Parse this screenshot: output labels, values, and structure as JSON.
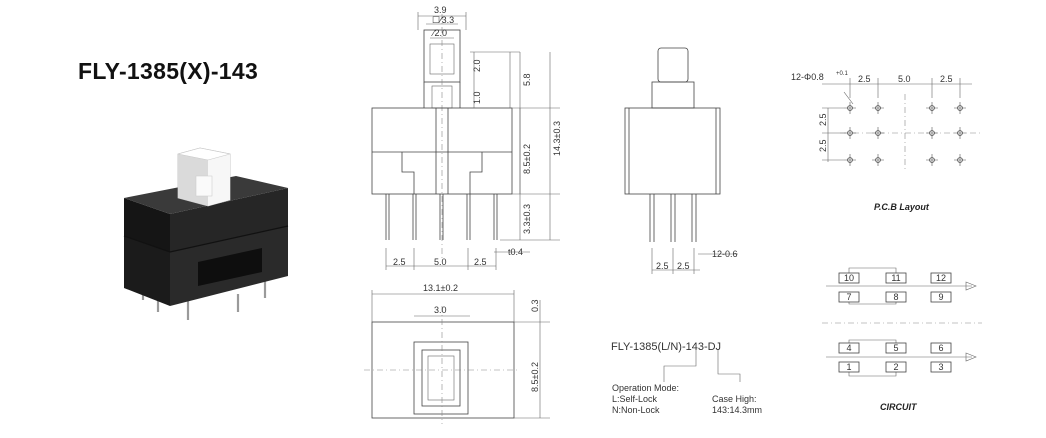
{
  "title": "FLY-1385(X)-143",
  "front_view": {
    "dims": {
      "width_top": "3.9",
      "inner1": "☐∕3.3",
      "inner2": "∕2.0",
      "d20": "2.0",
      "d10": "1.0",
      "d58": "5.8",
      "d143": "14.3±0.3",
      "d85": "8.5±0.2",
      "d33": "3.3±0.3",
      "d04": "t0.4",
      "p1": "2.5",
      "p2": "5.0",
      "p3": "2.5"
    }
  },
  "side_view": {
    "dims": {
      "p1": "2.5",
      "p2": "2.5",
      "pin": "12-0.6"
    }
  },
  "top_view": {
    "dims": {
      "width": "13.1±0.2",
      "top": "0.3",
      "inner": "3.0",
      "height": "8.5±0.2"
    }
  },
  "pcb": {
    "hole": "12-Φ0.8",
    "tol": "+0.1",
    "top_dims": [
      "2.5",
      "5.0",
      "2.5"
    ],
    "left_dims": [
      "2.5",
      "2.5"
    ],
    "caption": "P.C.B Layout"
  },
  "circuit": {
    "top_row1": [
      "10",
      "11",
      "12"
    ],
    "top_row2": [
      "7",
      "8",
      "9"
    ],
    "bot_row1": [
      "4",
      "5",
      "6"
    ],
    "bot_row2": [
      "1",
      "2",
      "3"
    ],
    "caption": "CIRCUIT"
  },
  "part_code": {
    "prefix": "FLY-1385",
    "mode": "(L/N)",
    "suffix": "-143-DJ",
    "op_title": "Operation Mode:",
    "op_l": "L:Self-Lock",
    "op_n": "N:Non-Lock",
    "case_title": "Case High:",
    "case_val": "143:14.3mm"
  }
}
